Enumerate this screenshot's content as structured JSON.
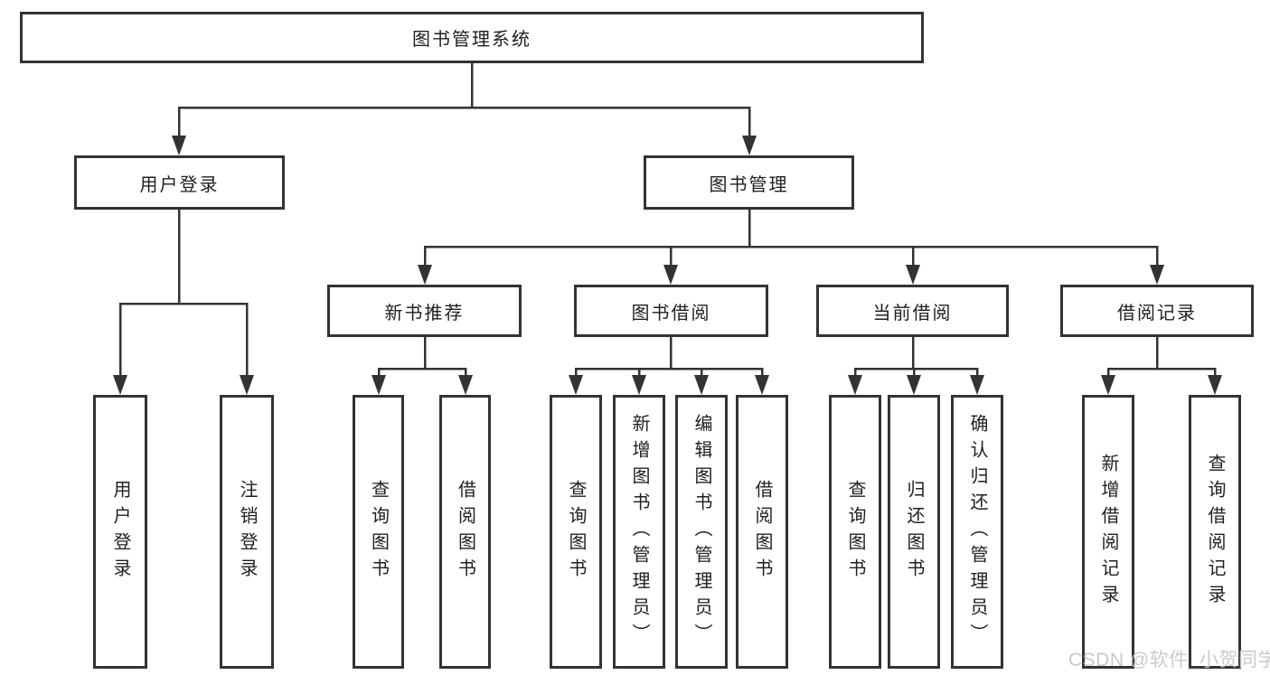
{
  "diagram": {
    "root": {
      "label": "图书管理系统"
    },
    "level2": [
      {
        "label": "用户登录"
      },
      {
        "label": "图书管理"
      }
    ],
    "level3": [
      {
        "label": "新书推荐"
      },
      {
        "label": "图书借阅"
      },
      {
        "label": "当前借阅"
      },
      {
        "label": "借阅记录"
      }
    ],
    "leaves": {
      "user_login": [
        "用户登录",
        "注销登录"
      ],
      "new_book_recommend": [
        "查询图书",
        "借阅图书"
      ],
      "book_borrow": [
        "查询图书",
        "新增图书（管理员）",
        "编辑图书（管理员）",
        "借阅图书"
      ],
      "current_borrow": [
        "查询图书",
        "归还图书",
        "确认归还（管理员）"
      ],
      "borrow_record": [
        "新增借阅记录",
        "查询借阅记录"
      ]
    },
    "colors": {
      "line": "#333333",
      "box_border": "#333333",
      "text": "#1f1f1f",
      "background": "#ffffff",
      "watermark": "#c6c6c6"
    }
  },
  "watermark": {
    "text": "CSDN @软件_小贺同学"
  }
}
